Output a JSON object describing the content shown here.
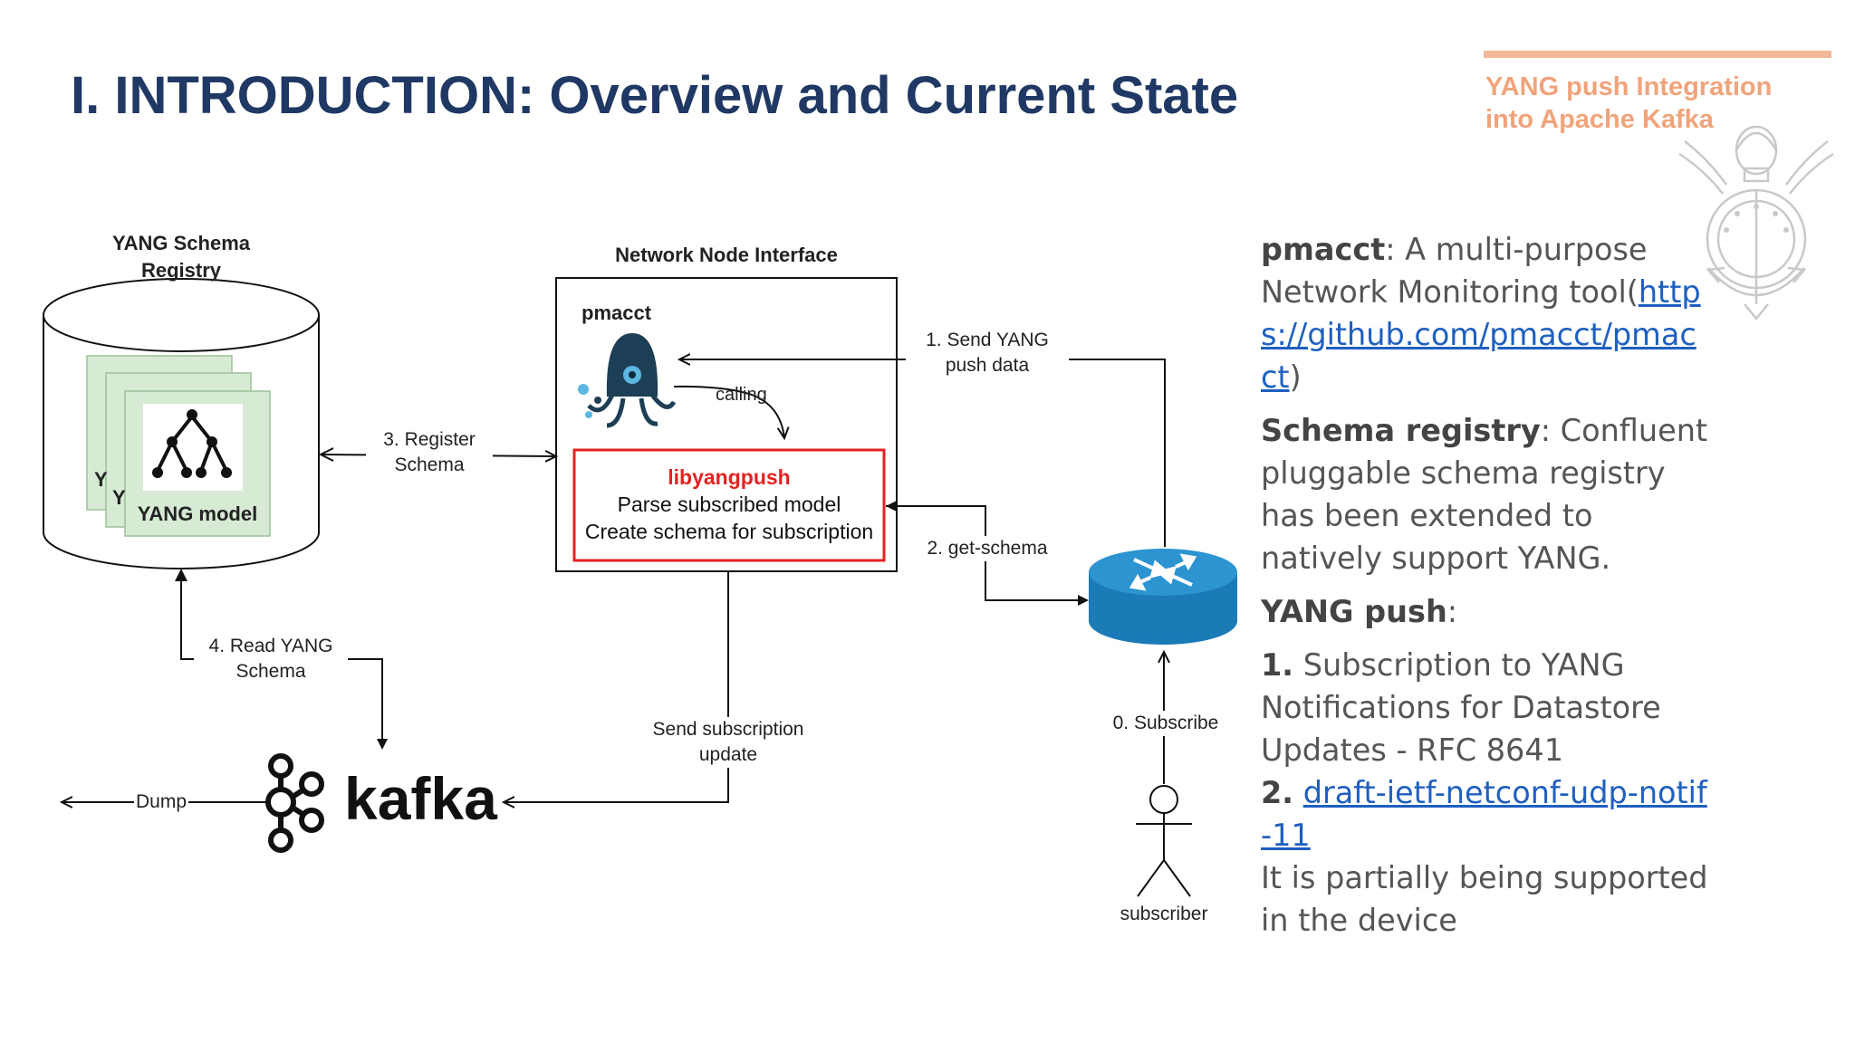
{
  "slide": {
    "title": "I.  INTRODUCTION: Overview and Current State",
    "subtitle_line1": "YANG push Integration",
    "subtitle_line2": "into Apache Kafka",
    "accent_color": "#1f3864",
    "subtitle_color": "#f1a47c"
  },
  "diagram": {
    "registry_title_line1": "YANG Schema",
    "registry_title_line2": "Registry",
    "registry_doc_label": "YANG model",
    "registry_doc_hidden1": "Y",
    "registry_doc_hidden2": "Y",
    "node_title": "Network Node Interface",
    "pmacct_label": "pmacct",
    "calling_label": "calling",
    "lib_title": "libyangpush",
    "lib_line1": "Parse subscribed model",
    "lib_line2": "Create schema for subscription",
    "edge_send_line1": "1. Send YANG",
    "edge_send_line2": "push data",
    "edge_getschema": "2. get-schema",
    "edge_register_line1": "3. Register",
    "edge_register_line2": "Schema",
    "edge_read_line1": "4. Read YANG",
    "edge_read_line2": "Schema",
    "edge_update_line1": "Send subscription",
    "edge_update_line2": "update",
    "edge_subscribe": "0. Subscribe",
    "dump_label": "Dump",
    "kafka_label": "kafka",
    "subscriber_label": "subscriber"
  },
  "info": {
    "pmacct_name": "pmacct",
    "pmacct_desc_before": ": A multi-purpose Network Monitoring tool(",
    "pmacct_link": "https://github.com/pmacct/pmacct",
    "pmacct_desc_after": ")",
    "registry_name": "Schema registry",
    "registry_desc": ": Confluent pluggable schema registry has been extended to natively support YANG.",
    "push_name": "YANG push",
    "push_colon": ":",
    "item1_num": "1.",
    "item1_text": " Subscription to YANG Notifications for Datastore Updates - RFC 8641",
    "item2_num": "2.",
    "item2_link": "draft-ietf-netconf-udp-notif-11",
    "support_text": "It is partially being supported in the device"
  }
}
